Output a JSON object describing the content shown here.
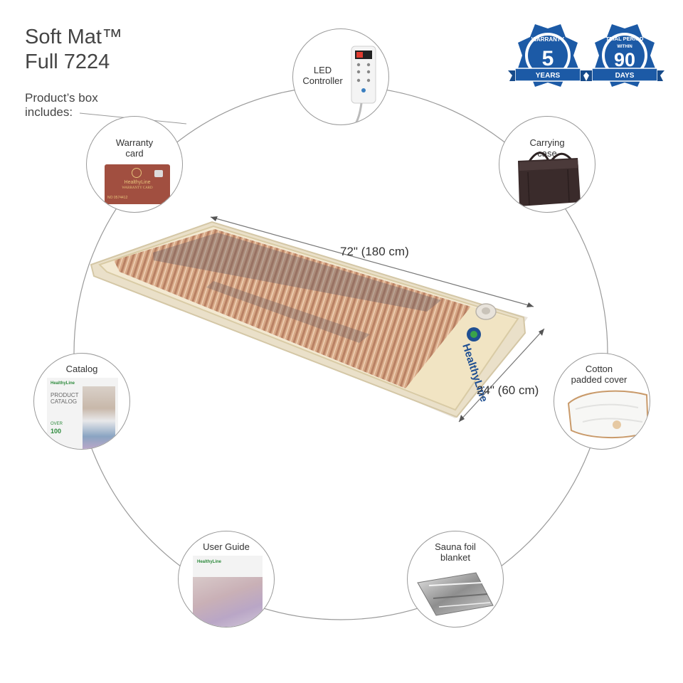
{
  "product": {
    "title_line1": "Soft Mat™",
    "title_line2": "Full 7224",
    "box_label_line1": "Product’s box",
    "box_label_line2": "includes:"
  },
  "dimensions": {
    "length": "72\" (180 cm)",
    "width": "24\" (60 cm)"
  },
  "badges": {
    "warranty": {
      "top": "WARRANTY",
      "number": "5",
      "bottom": "YEARS"
    },
    "trial": {
      "top": "TRIAL PERIOD",
      "within": "WITHIN",
      "number": "90",
      "bottom": "DAYS"
    },
    "color": "#1c5aa6"
  },
  "items": {
    "controller": "LED\nController",
    "warranty_card": "Warranty\ncard",
    "carrying_case": "Carrying\ncase",
    "catalog": "Catalog",
    "cover": "Cotton\npadded cover",
    "user_guide": "User Guide",
    "foil": "Sauna foil\nblanket"
  },
  "card": {
    "brand": "HealthyLine",
    "type": "WARRANTY CARD",
    "number": "NO 0574412"
  },
  "catalog": {
    "brand": "HealthyLine",
    "heading_line1": "PRODUCT",
    "heading_line2": "CATALOG",
    "over": "OVER",
    "count": "100"
  },
  "guide": {
    "brand": "HealthyLine"
  },
  "mat": {
    "brand": "HealthyLine"
  }
}
